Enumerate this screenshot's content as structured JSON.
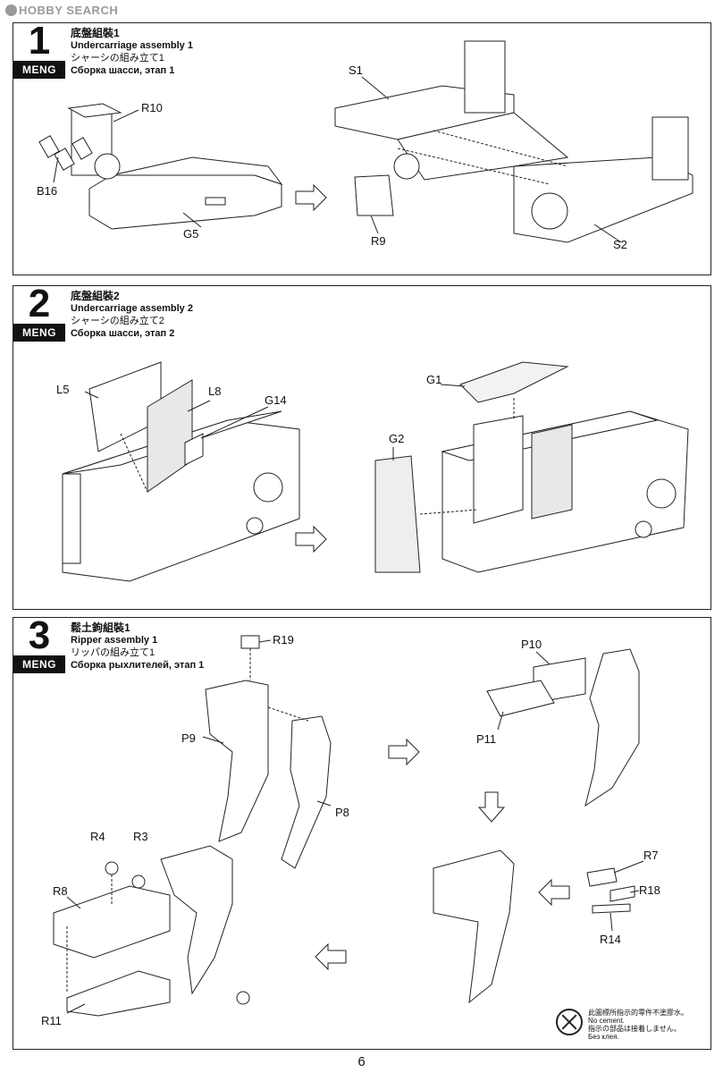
{
  "watermark": "HOBBY SEARCH",
  "brand": "MENG",
  "steps": [
    {
      "number": "1",
      "title_zh": "底盤組裝1",
      "title_en": "Undercarriage assembly 1",
      "title_ja": "シャーシの組み立て1",
      "title_ru": "Сборка шасси, этап 1",
      "labels": [
        "R10",
        "B16",
        "G5",
        "S1",
        "R9",
        "S2"
      ]
    },
    {
      "number": "2",
      "title_zh": "底盤組裝2",
      "title_en": "Undercarriage assembly 2",
      "title_ja": "シャーシの組み立て2",
      "title_ru": "Сборка шасси, этап 2",
      "labels": [
        "L5",
        "L8",
        "G14",
        "G1",
        "G2"
      ]
    },
    {
      "number": "3",
      "title_zh": "鬆土鉤組裝1",
      "title_en": "Ripper assembly 1",
      "title_ja": "リッパの組み立て1",
      "title_ru": "Сборка рыхлителей, этап 1",
      "labels": [
        "R19",
        "P9",
        "P8",
        "P10",
        "P11",
        "R4",
        "R3",
        "R8",
        "R11",
        "R7",
        "R18",
        "R14"
      ]
    }
  ],
  "note": {
    "zh": "此圖標所指示的零件不塗膠水。",
    "en": "No cement.",
    "ja": "指示の部品は接着しません。",
    "ru": "Без клея."
  },
  "page_number": "6"
}
